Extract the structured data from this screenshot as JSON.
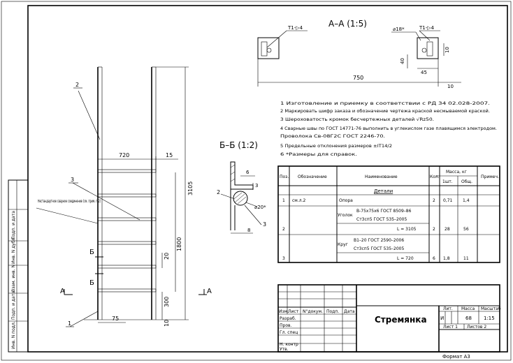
{
  "title_block": {
    "name": "Стремянка",
    "col_izm": "Изм.",
    "col_list": "Лист",
    "col_ndokum": "N°докум.",
    "col_podp": "Подп.",
    "col_data": "Дата",
    "row_razrab": "Разраб.",
    "row_prov": "Пров.",
    "row_gl_spec": "Гл. спец",
    "row_n_kontr": "Н. контр",
    "row_utv": "Утв.",
    "lit_label": "Лит.",
    "mass_label": "Масса",
    "scale_label": "Масштаб",
    "lit_value": "И",
    "mass_value": "68",
    "scale_value": "1:15",
    "sheet_label": "Лист 1",
    "sheets_label": "Листов 2",
    "format": "Формат А3"
  },
  "side_stamp": [
    "Инв. N подл.",
    "Подп. и дата",
    "Взам. инв. N",
    "Инв. N дубл.",
    "Подп. и дата"
  ],
  "section_aa": {
    "title": "А–А (1:5)",
    "weld_left": "Т1-▷4",
    "weld_right": "Т1-▷4",
    "hole": "⌀18*",
    "dim_750": "750",
    "dim_10a": "10",
    "dim_10b": "10",
    "dim_45": "45",
    "dim_40": "40"
  },
  "section_bb": {
    "title": "Б–Б (1:2)",
    "dim_6": "6",
    "dim_3": "3",
    "dim_8": "8",
    "dim_20": "⌀20*",
    "callout_2": "2",
    "callout_3": "3"
  },
  "main_view": {
    "dim_720": "720",
    "dim_15": "15",
    "dim_3105": "3105",
    "dim_1800": "1800",
    "dim_20": "20",
    "dim_300": "300",
    "dim_75": "75",
    "dim_10": "10",
    "callout_1": "1",
    "callout_2": "2",
    "callout_3": "3",
    "weld_note": "Нестандартное сварное соединение (см. прим. п.2)",
    "cut_a_left": "А",
    "cut_a_right": "А",
    "cut_b_top": "Б",
    "cut_b_bottom": "Б"
  },
  "notes": [
    "1  Изготовление и приемку в соответствии с РД 34 02.028-2007.",
    "2  Маркировать шифр заказа и обозначение чертежа краской несмываемой краской.",
    "3  Шероховатость кромок бесчертежных деталей √Rz50.",
    "4  Сварные швы по ГОСТ 14771-76 выполнить в углекислом газе плавящимся электродом.",
    "   Проволока Св-08Г2С ГОСТ 2246-70.",
    "5  Предельные отклонения размеров ±IT14/2",
    "6  *Размеры для справок."
  ],
  "spec_table": {
    "headers": {
      "pos": "Поз.",
      "designation": "Обозначение",
      "name": "Наименование",
      "qty": "Кол.",
      "mass": "Масса, кг",
      "mass_unit": "1шт.",
      "mass_total": "Общ.",
      "note": "Примеч."
    },
    "section": "Детали",
    "rows": [
      {
        "pos": "1",
        "designation": "см.л.2",
        "name": "Опора",
        "qty": "2",
        "mass_unit": "0,71",
        "mass_total": "1,4"
      },
      {
        "pos": "",
        "designation": "",
        "name_prefix": "Уголок",
        "name": "В-75х75х6 ГОСТ 8509–86",
        "name2": "Ст3сп5 ГОСТ 535–2005"
      },
      {
        "pos": "2",
        "designation": "",
        "name": "L = 3105",
        "qty": "2",
        "mass_unit": "28",
        "mass_total": "56"
      },
      {
        "pos": "",
        "designation": "",
        "name_prefix": "Круг",
        "name": "В1–20 ГОСТ 2590–2006",
        "name2": "Ст3сп5 ГОСТ 535–2005"
      },
      {
        "pos": "3",
        "designation": "",
        "name": "L = 720",
        "qty": "6",
        "mass_unit": "1,8",
        "mass_total": "11"
      }
    ]
  }
}
